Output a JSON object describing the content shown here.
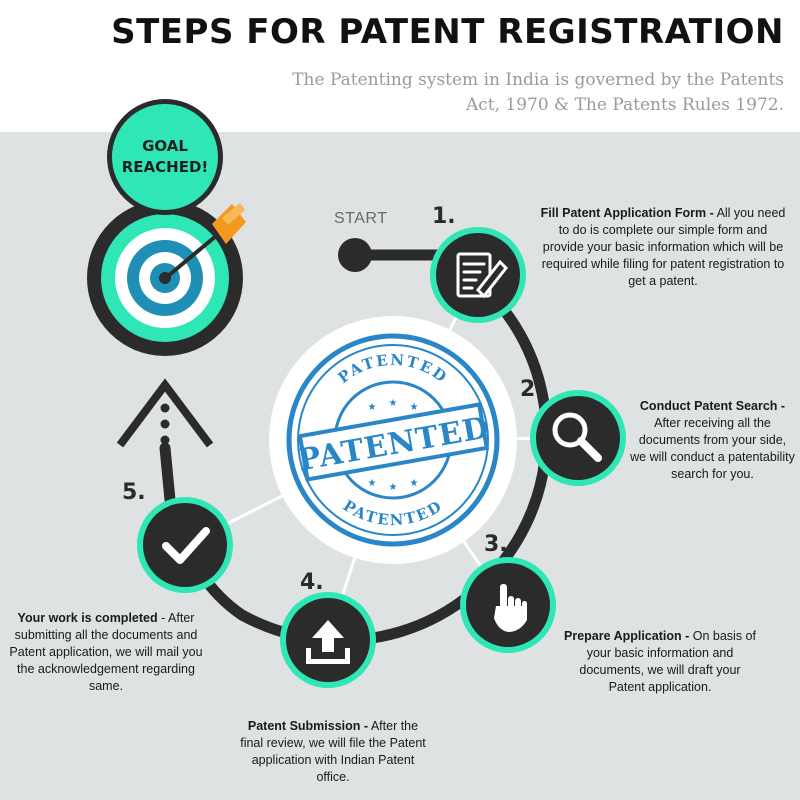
{
  "header": {
    "title": "STEPS FOR PATENT REGISTRATION",
    "subtitle_line1": "The Patenting system in India is governed by the Patents",
    "subtitle_line2": "Act, 1970 & The Patents Rules 1972."
  },
  "start_label": "START",
  "goal": {
    "line1": "GOAL",
    "line2": "REACHED!"
  },
  "center_stamp": {
    "main": "PATENTED",
    "arc_top": "PATENTED",
    "arc_bottom": "PATENTED"
  },
  "steps": [
    {
      "number": "1.",
      "title": "Fill Patent Application Form -",
      "text": "All you need to do is complete our simple form and provide your basic information which will be required while filing for patent registration to get a patent.",
      "icon": "document-edit-icon"
    },
    {
      "number": "2.",
      "title": "Conduct Patent Search -",
      "text": "After receiving all the documents from your side, we will conduct a patentability search for you.",
      "icon": "magnifier-icon"
    },
    {
      "number": "3.",
      "title": "Prepare Application -",
      "text": "On basis of your basic information and documents, we will draft your Patent application.",
      "icon": "pointing-hand-icon"
    },
    {
      "number": "4.",
      "title": "Patent Submission -",
      "text": "After the final review, we will file the Patent application with Indian Patent office.",
      "icon": "upload-icon"
    },
    {
      "number": "5.",
      "title": "Your work is completed",
      "text": "- After submitting all the documents and Patent application, we will mail you the acknowledgement regarding same.",
      "icon": "checkmark-icon"
    }
  ],
  "colors": {
    "accent": "#2ee6b6",
    "dark": "#2b2b2b",
    "background": "#dfe2e2",
    "stamp_blue": "#2a86c6",
    "arrow_orange": "#f39a1e"
  }
}
